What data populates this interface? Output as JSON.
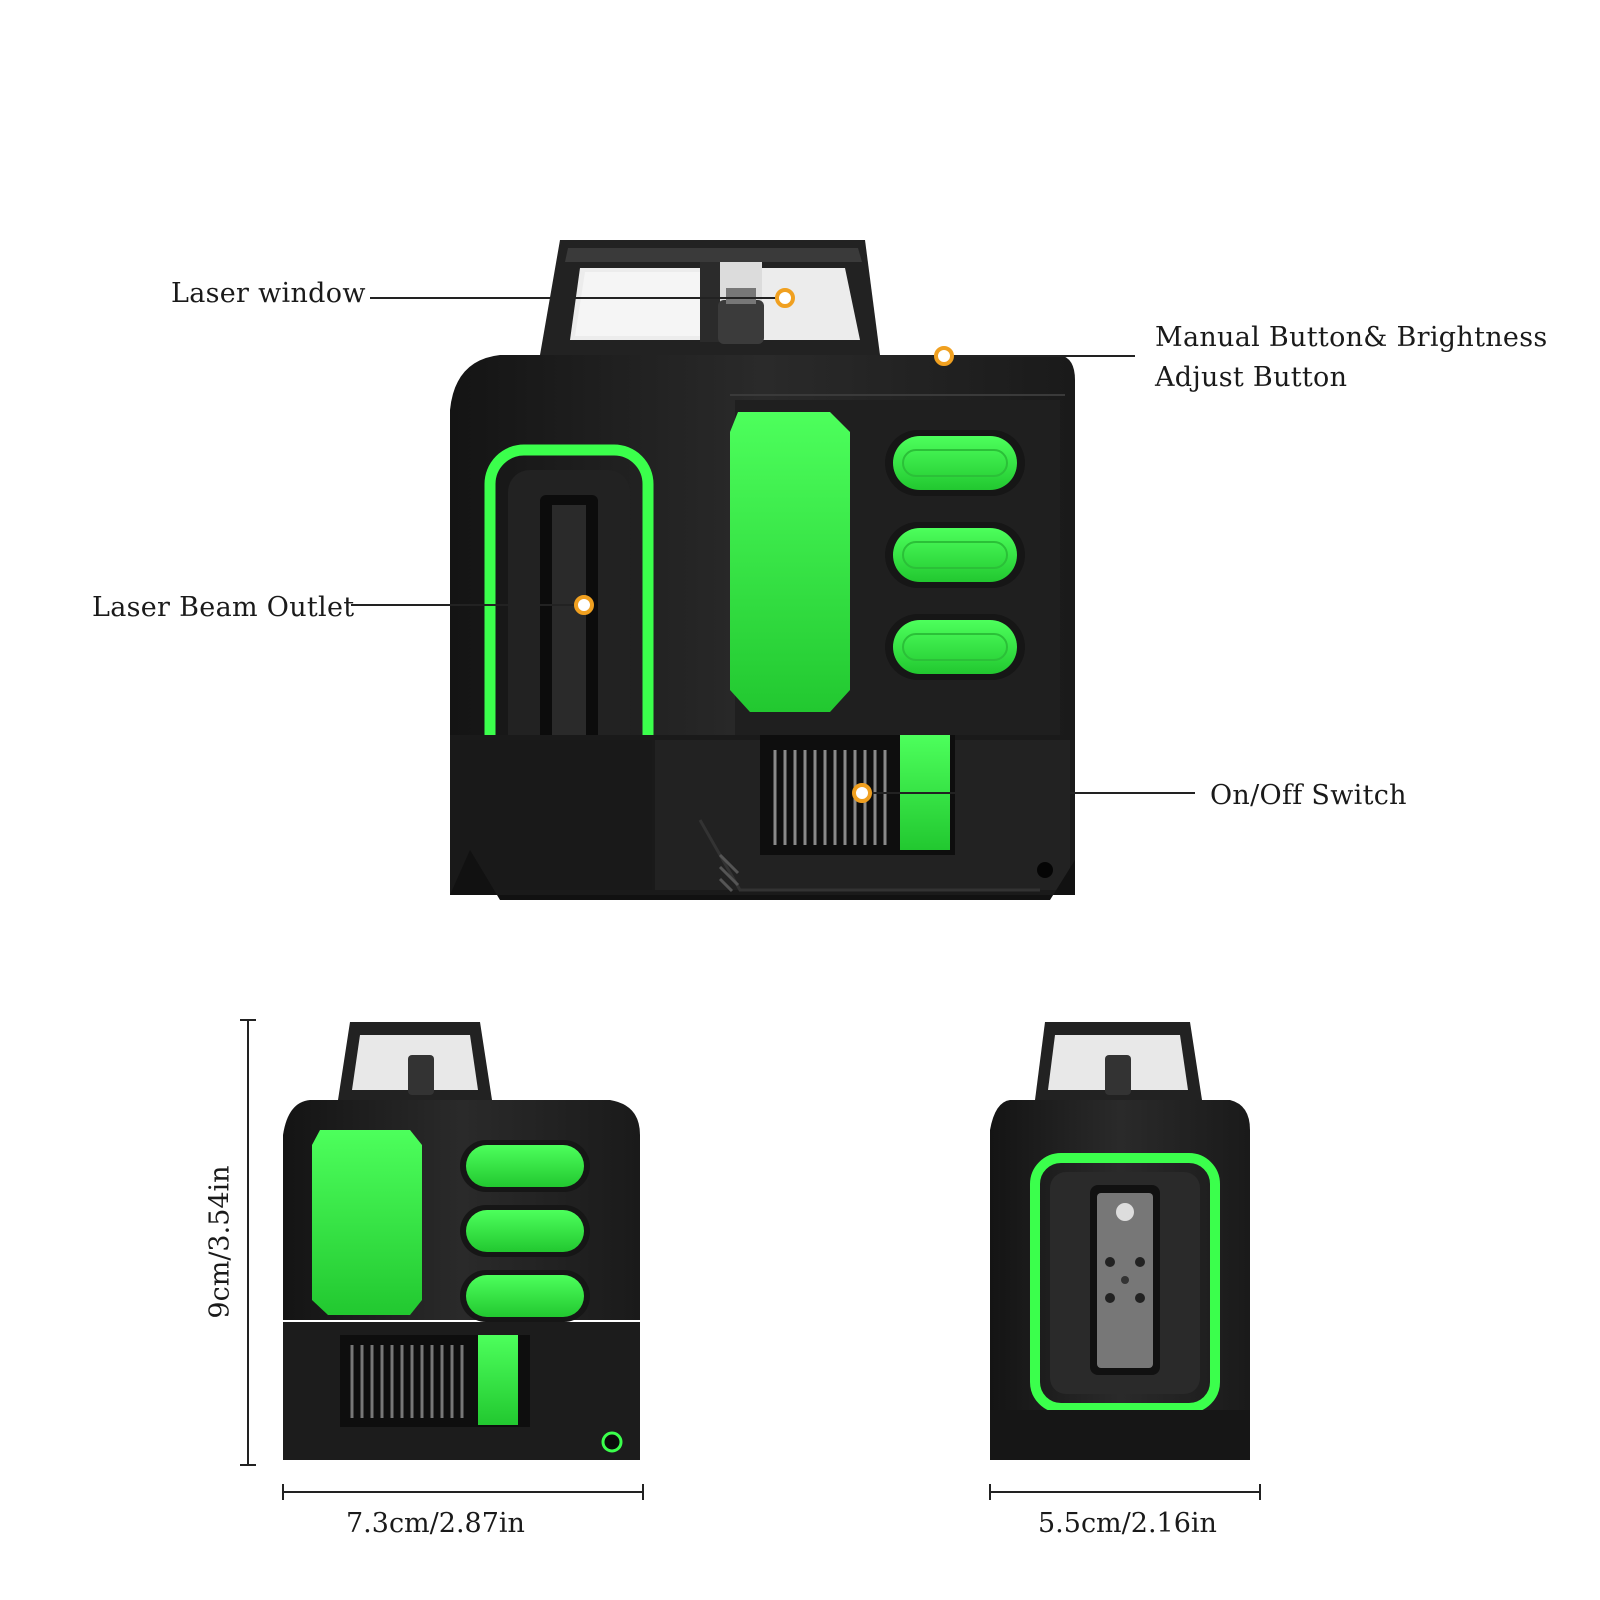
{
  "callouts": {
    "laser_window": "Laser window",
    "manual_button_line1": "Manual Button& Brightness",
    "manual_button_line2": "Adjust Button",
    "laser_beam_outlet": "Laser Beam Outlet",
    "on_off_switch": "On/Off Switch"
  },
  "dimensions": {
    "height": "9cm/3.54in",
    "front_width": "7.3cm/2.87in",
    "side_width": "5.5cm/2.16in"
  },
  "colors": {
    "accent_green": "#39f04a",
    "body_black": "#1c1c1c",
    "marker_orange": "#f0a020"
  }
}
